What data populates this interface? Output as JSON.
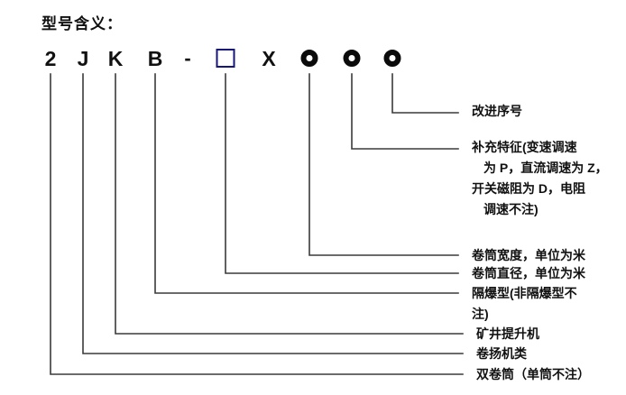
{
  "title": "型号含义：",
  "colors": {
    "line": "#3a3a3a",
    "text": "#111111",
    "square_border": "#15157a",
    "ring": "#0b0b0b",
    "background": "#ffffff"
  },
  "code": {
    "sequence": [
      "2",
      "J",
      "K",
      "B",
      "-",
      "□",
      "X",
      "O",
      "O",
      "O"
    ],
    "chars": [
      {
        "glyph": "2",
        "type": "text",
        "name": "code-char-2"
      },
      {
        "glyph": "J",
        "type": "text",
        "name": "code-char-j"
      },
      {
        "glyph": "K",
        "type": "text",
        "name": "code-char-k"
      },
      {
        "glyph": "B",
        "type": "text",
        "name": "code-char-b"
      },
      {
        "glyph": "-",
        "type": "dash",
        "name": "code-char-dash"
      },
      {
        "glyph": "□",
        "type": "square",
        "name": "code-char-square"
      },
      {
        "glyph": "X",
        "type": "text",
        "name": "code-char-x"
      },
      {
        "glyph": "O",
        "type": "ring",
        "name": "code-char-ring-1"
      },
      {
        "glyph": "O",
        "type": "ring",
        "name": "code-char-ring-2"
      },
      {
        "glyph": "O",
        "type": "ring",
        "name": "code-char-ring-3"
      }
    ]
  },
  "callouts": [
    {
      "id": "improvement-serial",
      "source_char": "O",
      "lines": [
        "改进序号"
      ],
      "text": "改进序号"
    },
    {
      "id": "supplementary-feature",
      "source_char": "O",
      "lines": [
        "补充特征(变速调速",
        "为 P，直流调速为 Z，",
        "开关磁阻为 D，电阻",
        "调速不注)"
      ],
      "text": "补充特征(变速调速为 P，直流调速为 Z，开关磁阻为 D，电阻调速不注)"
    },
    {
      "id": "drum-width",
      "source_char": "O",
      "lines": [
        "卷筒宽度，单位为米"
      ],
      "text": "卷筒宽度，单位为米"
    },
    {
      "id": "drum-diameter",
      "source_char": "□",
      "lines": [
        "卷筒直径，单位为米"
      ],
      "text": "卷筒直径，单位为米"
    },
    {
      "id": "explosion-proof",
      "source_char": "B",
      "lines": [
        "隔爆型(非隔爆型不",
        "注)"
      ],
      "text": "隔爆型(非隔爆型不注)"
    },
    {
      "id": "mine-hoist",
      "source_char": "K",
      "lines": [
        "矿井提升机"
      ],
      "text": "矿井提升机"
    },
    {
      "id": "winch-category",
      "source_char": "J",
      "lines": [
        "卷扬机类"
      ],
      "text": "卷扬机类"
    },
    {
      "id": "double-drum",
      "source_char": "2",
      "lines": [
        "双卷筒（单筒不注）"
      ],
      "text": "双卷筒（单筒不注）"
    }
  ]
}
